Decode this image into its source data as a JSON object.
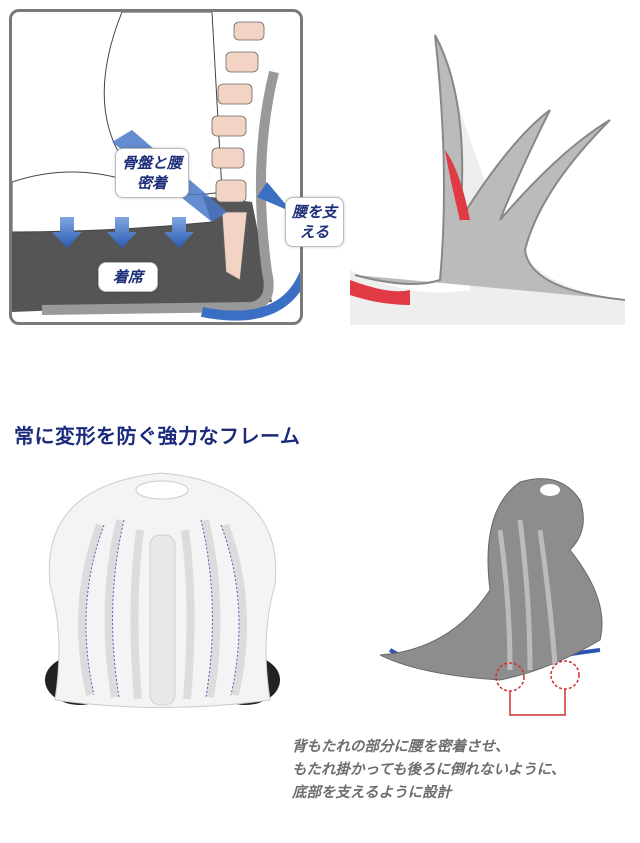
{
  "diagram": {
    "label_pelvis": "骨盤と腰密着",
    "label_pelvis_line1": "骨盤と腰",
    "label_pelvis_line2": "密着",
    "label_support_line1": "腰を支",
    "label_support_line2": "える",
    "label_seat": "着席"
  },
  "heading": "常に変形を防ぐ強力なフレーム",
  "caption": {
    "line1": "背もたれの部分に腰を密着させ、",
    "line2": "もたれ掛かっても後ろに倒れないように、",
    "line3": "底部を支えるように設計"
  },
  "colors": {
    "accent": "#1b2a7a",
    "arrow": "#3a6fc4",
    "frame": "#9a9a9a"
  }
}
